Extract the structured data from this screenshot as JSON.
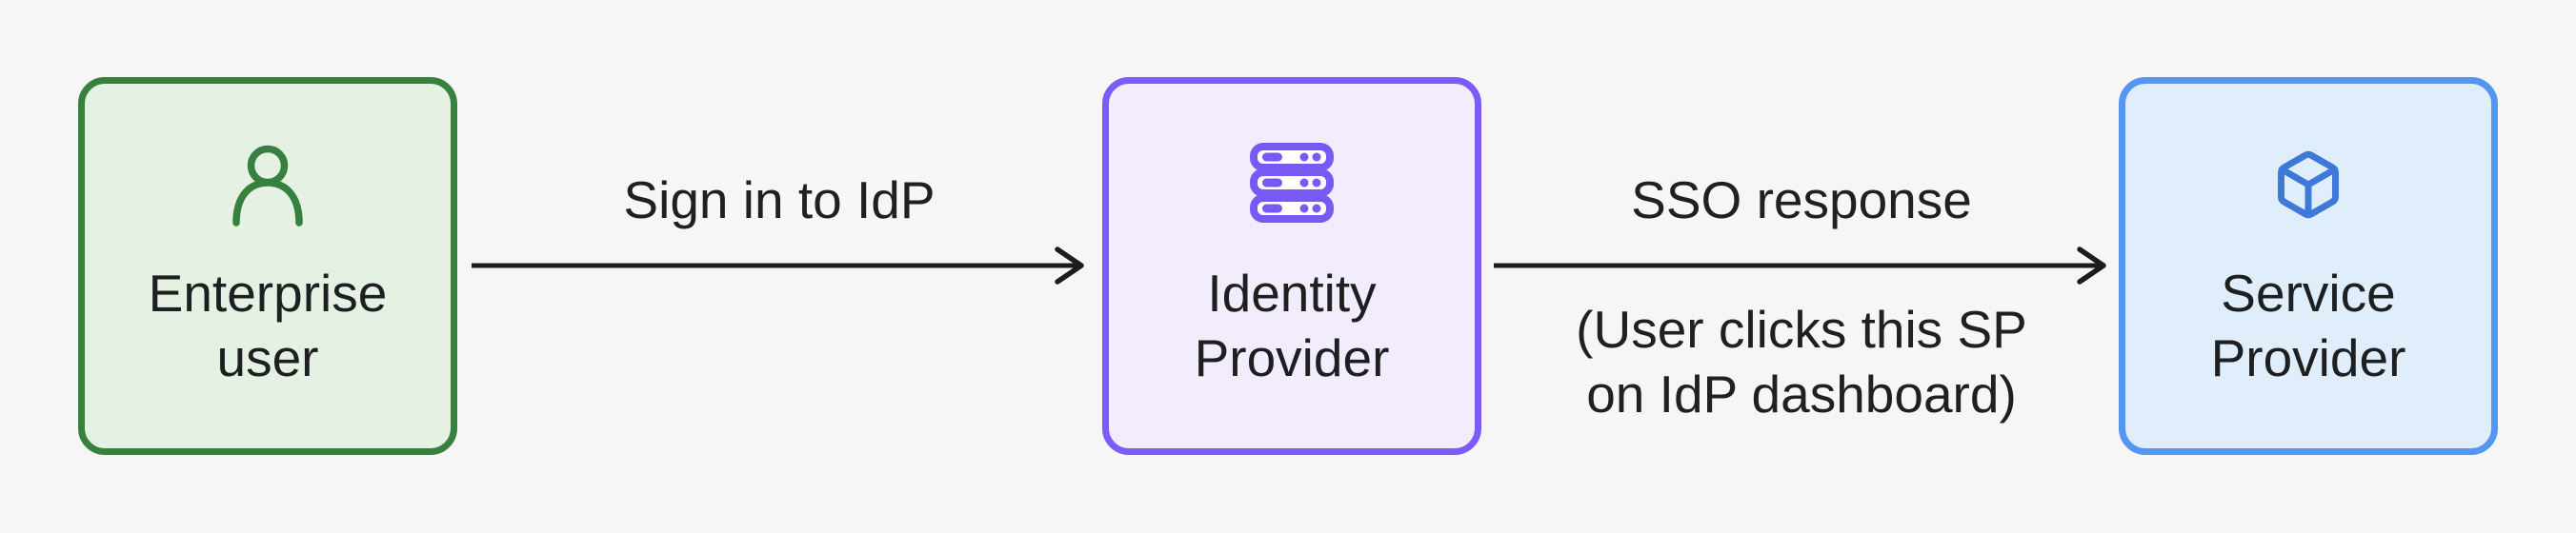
{
  "diagram": {
    "type": "flow-diagram",
    "background_color": "#F5F6F5",
    "text_color": "#1D1F20",
    "arrow_color": "#1B1C1D"
  },
  "nodes": [
    {
      "id": "enterprise-user",
      "label": "Enterprise user",
      "icon": "person-icon",
      "border_color": "#378140",
      "fill_color": "#E5F2E3",
      "icon_color": "#378140"
    },
    {
      "id": "identity-provider",
      "label": "Identity Provider",
      "icon": "server-stack-icon",
      "border_color": "#7C5BFA",
      "fill_color": "#F2ECFD",
      "icon_color": "#7A58F6"
    },
    {
      "id": "service-provider",
      "label": "Service Provider",
      "icon": "cube-icon",
      "border_color": "#5596F3",
      "fill_color": "#E0EEFC",
      "icon_color": "#3E79D9"
    }
  ],
  "edges": [
    {
      "from": "enterprise-user",
      "to": "identity-provider",
      "label": "Sign in to IdP",
      "caption_lines": []
    },
    {
      "from": "identity-provider",
      "to": "service-provider",
      "label": "SSO response",
      "caption_lines": [
        "(User clicks this SP",
        "on IdP dashboard)"
      ]
    }
  ]
}
